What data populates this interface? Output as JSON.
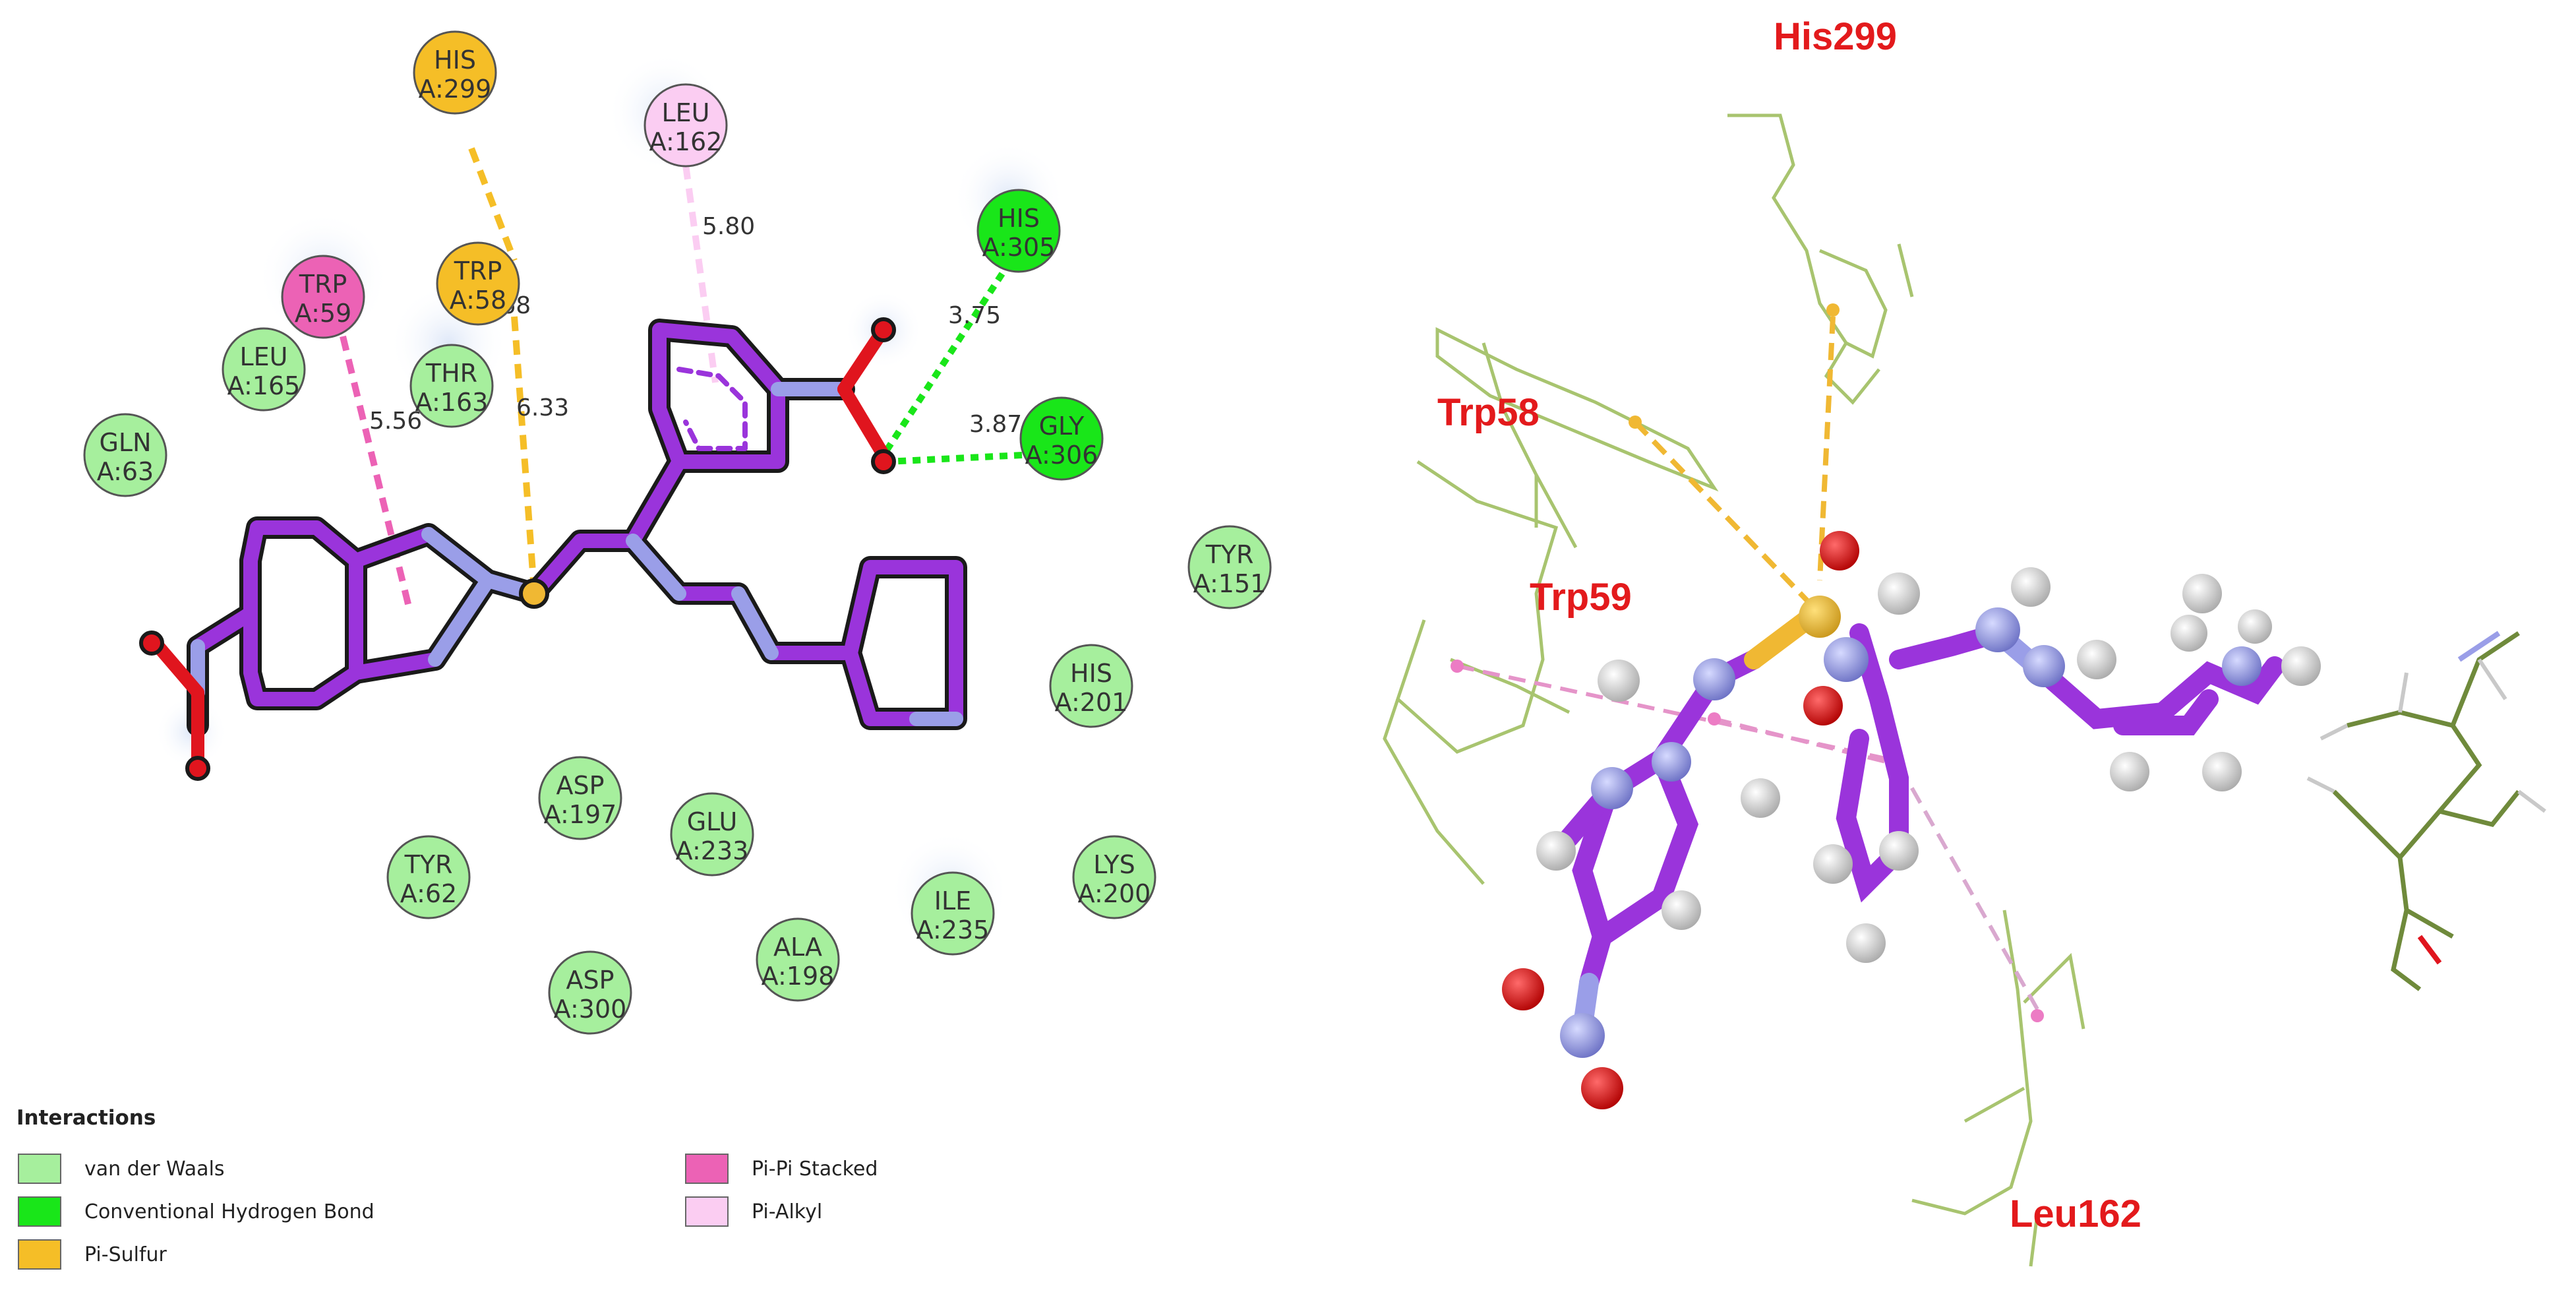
{
  "colors": {
    "van_der_waals": "#a6ef9d",
    "hydrogen_bond": "#19e619",
    "pi_sulfur": "#f5be27",
    "pi_pi_stacked": "#ec62b5",
    "pi_alkyl": "#fbcdf2",
    "ligand": "#9a34db",
    "nitrogen": "#9a9ee8",
    "oxygen": "#e0151e",
    "sulfur": "#f0b833",
    "protein_stick": "#a8c46f",
    "label_3d": "#e31a1c"
  },
  "residues": [
    {
      "id": "his299",
      "name": "HIS",
      "num": "A:299",
      "type": "pi_sulfur"
    },
    {
      "id": "leu162",
      "name": "LEU",
      "num": "A:162",
      "type": "pi_alkyl"
    },
    {
      "id": "his305",
      "name": "HIS",
      "num": "A:305",
      "type": "hydrogen_bond"
    },
    {
      "id": "trp59",
      "name": "TRP",
      "num": "A:59",
      "type": "pi_pi_stacked"
    },
    {
      "id": "trp58",
      "name": "TRP",
      "num": "A:58",
      "type": "pi_sulfur"
    },
    {
      "id": "leu165",
      "name": "LEU",
      "num": "A:165",
      "type": "van_der_waals"
    },
    {
      "id": "thr163",
      "name": "THR",
      "num": "A:163",
      "type": "van_der_waals"
    },
    {
      "id": "gly306",
      "name": "GLY",
      "num": "A:306",
      "type": "hydrogen_bond"
    },
    {
      "id": "gln63",
      "name": "GLN",
      "num": "A:63",
      "type": "van_der_waals"
    },
    {
      "id": "tyr151",
      "name": "TYR",
      "num": "A:151",
      "type": "van_der_waals"
    },
    {
      "id": "his201",
      "name": "HIS",
      "num": "A:201",
      "type": "van_der_waals"
    },
    {
      "id": "asp197",
      "name": "ASP",
      "num": "A:197",
      "type": "van_der_waals"
    },
    {
      "id": "glu233",
      "name": "GLU",
      "num": "A:233",
      "type": "van_der_waals"
    },
    {
      "id": "tyr62",
      "name": "TYR",
      "num": "A:62",
      "type": "van_der_waals"
    },
    {
      "id": "lys200",
      "name": "LYS",
      "num": "A:200",
      "type": "van_der_waals"
    },
    {
      "id": "ile235",
      "name": "ILE",
      "num": "A:235",
      "type": "van_der_waals"
    },
    {
      "id": "ala198",
      "name": "ALA",
      "num": "A:198",
      "type": "van_der_waals"
    },
    {
      "id": "asp300",
      "name": "ASP",
      "num": "A:300",
      "type": "van_der_waals"
    }
  ],
  "distances": [
    "5.80",
    "3.75",
    "6.68",
    "3.87",
    "6.33",
    "5.56"
  ],
  "legend": {
    "title": "Interactions",
    "items": [
      {
        "key": "van_der_waals",
        "label": "van der Waals"
      },
      {
        "key": "hydrogen_bond",
        "label": "Conventional Hydrogen Bond"
      },
      {
        "key": "pi_sulfur",
        "label": "Pi-Sulfur"
      },
      {
        "key": "pi_pi_stacked",
        "label": "Pi-Pi Stacked"
      },
      {
        "key": "pi_alkyl",
        "label": "Pi-Alkyl"
      }
    ]
  },
  "labels_3d": [
    "His299",
    "Trp58",
    "Trp59",
    "Leu162"
  ]
}
